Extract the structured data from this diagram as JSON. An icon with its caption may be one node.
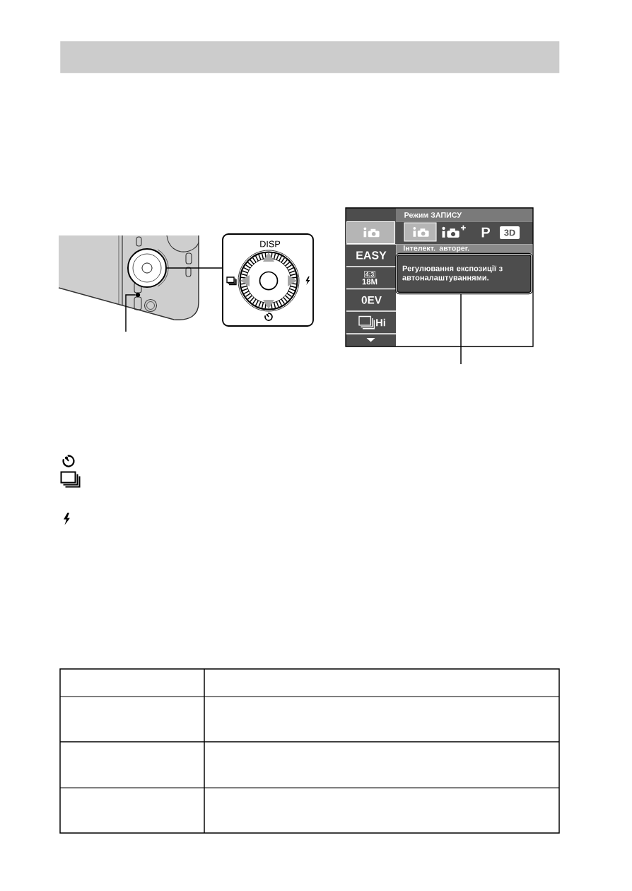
{
  "diagram": {
    "nodes": [
      {
        "text": [],
        "shape": "bar"
      },
      {
        "text": [],
        "shape": "circle"
      },
      {
        "text": [
          "DISP"
        ]
      },
      {
        "text": [],
        "shape": "circle"
      },
      {
        "text": [
          "Режим ЗАПИСУ",
          "P",
          "Інтелект. авторег."
        ]
      },
      {
        "text": [
          "3D"
        ],
        "in": 4
      },
      {
        "text": [
          "EASY"
        ],
        "in": 4
      },
      {
        "text": [
          "4:3",
          "18M"
        ],
        "in": 4
      },
      {
        "text": [
          "0EV"
        ],
        "in": 4
      },
      {
        "text": [
          "Hi"
        ],
        "in": 4
      },
      {
        "text": [
          "Регулювання експозиції з автоналаштуваннями."
        ],
        "in": 4
      }
    ],
    "edges": [
      {
        "from": 1,
        "to": 2,
        "arrow": "none"
      },
      {
        "from": null,
        "to": 3,
        "arrow": "none"
      },
      {
        "from": null,
        "to": 10,
        "arrow": "none"
      }
    ]
  }
}
